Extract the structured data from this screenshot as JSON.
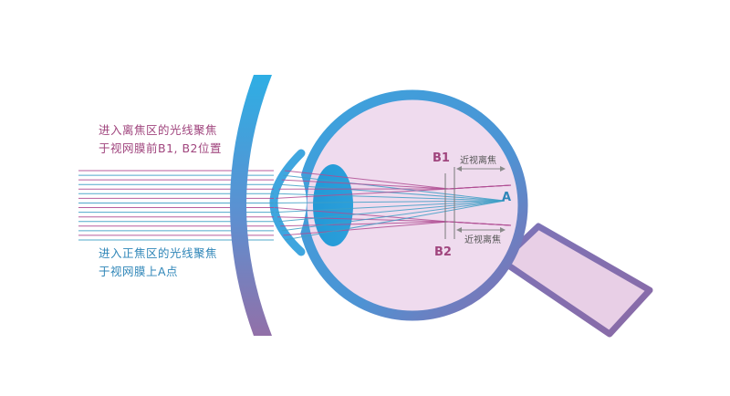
{
  "captions": {
    "defocus": {
      "line1": "进入离焦区的光线聚焦",
      "line2": "于视网膜前B1, B2位置"
    },
    "focus": {
      "line1": "进入正焦区的光线聚焦",
      "line2": "于视网膜上A点"
    }
  },
  "labels": {
    "b1": "B1",
    "b2": "B2",
    "a": "A",
    "myopic_defocus_top": "近视离焦",
    "myopic_defocus_bottom": "近视离焦"
  },
  "colors": {
    "blue": "#2ea3db",
    "blue_light": "#3cb0e2",
    "purple": "#8a68ad",
    "magenta": "#a0457e",
    "pink_fill": "#ecd4ea",
    "teal_ray": "#3f9fc6",
    "purple_ray": "#b04d93",
    "gray": "#8a8a8a"
  }
}
